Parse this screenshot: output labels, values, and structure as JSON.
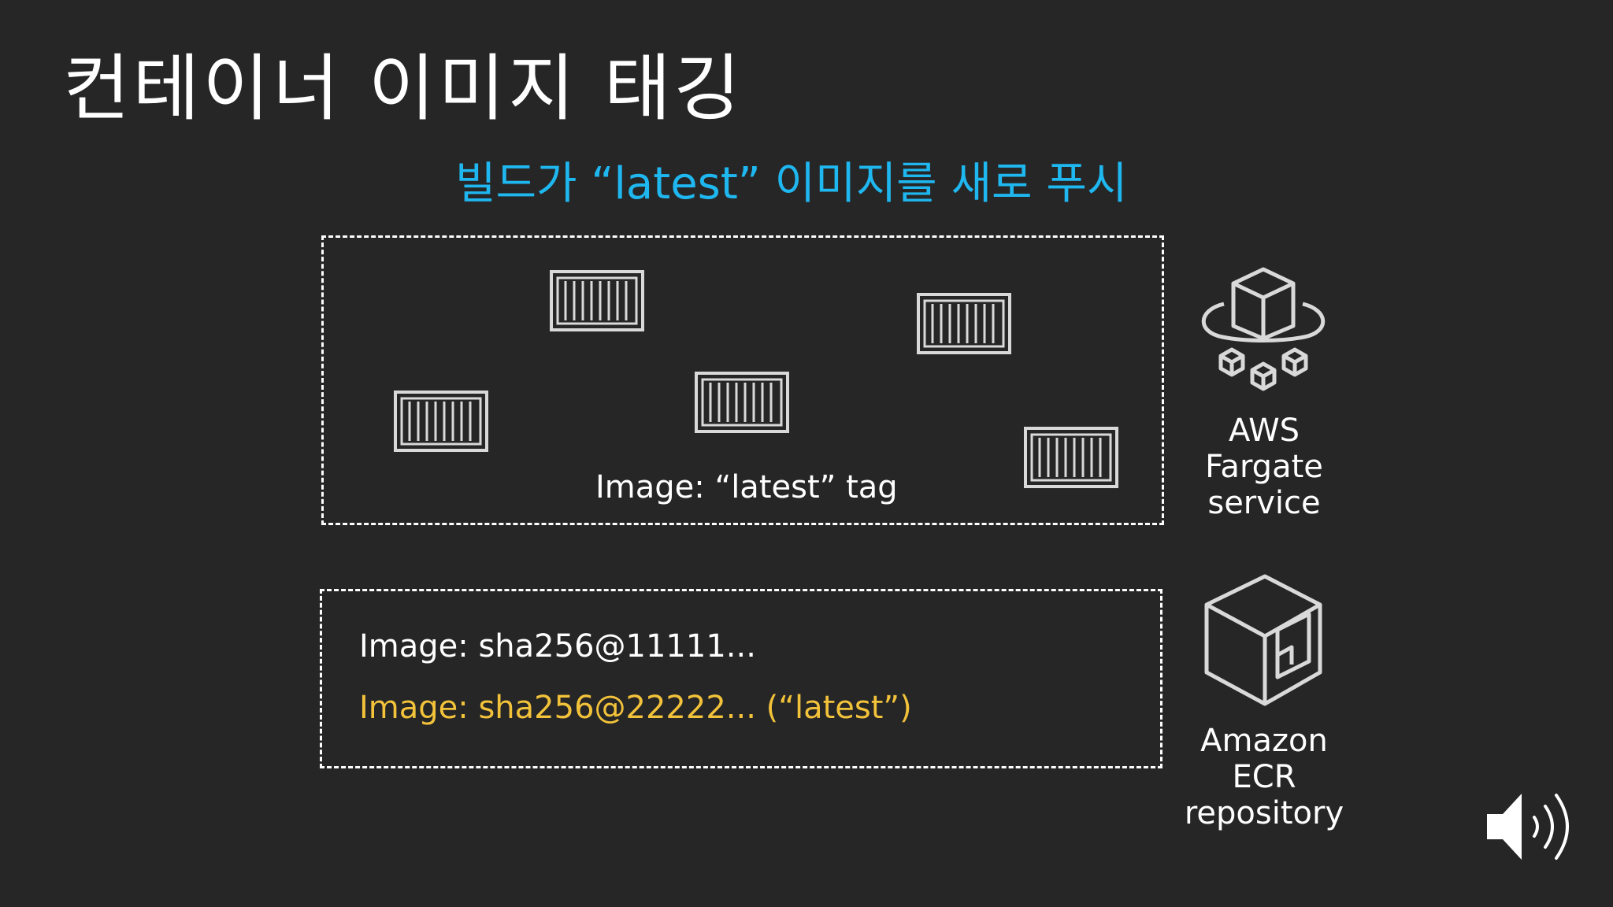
{
  "slide": {
    "title": "컨테이너 이미지 태깅",
    "subtitle": "빌드가 “latest” 이미지를 새로 푸시"
  },
  "fargate_box": {
    "tag_label": "Image: “latest” tag",
    "container_icons": [
      "container-icon",
      "container-icon",
      "container-icon",
      "container-icon",
      "container-icon"
    ]
  },
  "ecr_box": {
    "digests": [
      "Image: sha256@11111...",
      "Image: sha256@22222... (“latest”)"
    ]
  },
  "services": {
    "fargate": {
      "icon": "fargate-icon",
      "lines": [
        "AWS",
        "Fargate",
        "service"
      ]
    },
    "ecr": {
      "icon": "ecr-icon",
      "lines": [
        "Amazon",
        "ECR",
        "repository"
      ]
    }
  },
  "controls": {
    "audio_icon": "speaker-icon"
  },
  "colors": {
    "background": "#262626",
    "subtitle": "#1fb7f0",
    "highlight": "#f2c23a",
    "text": "#ffffff"
  }
}
